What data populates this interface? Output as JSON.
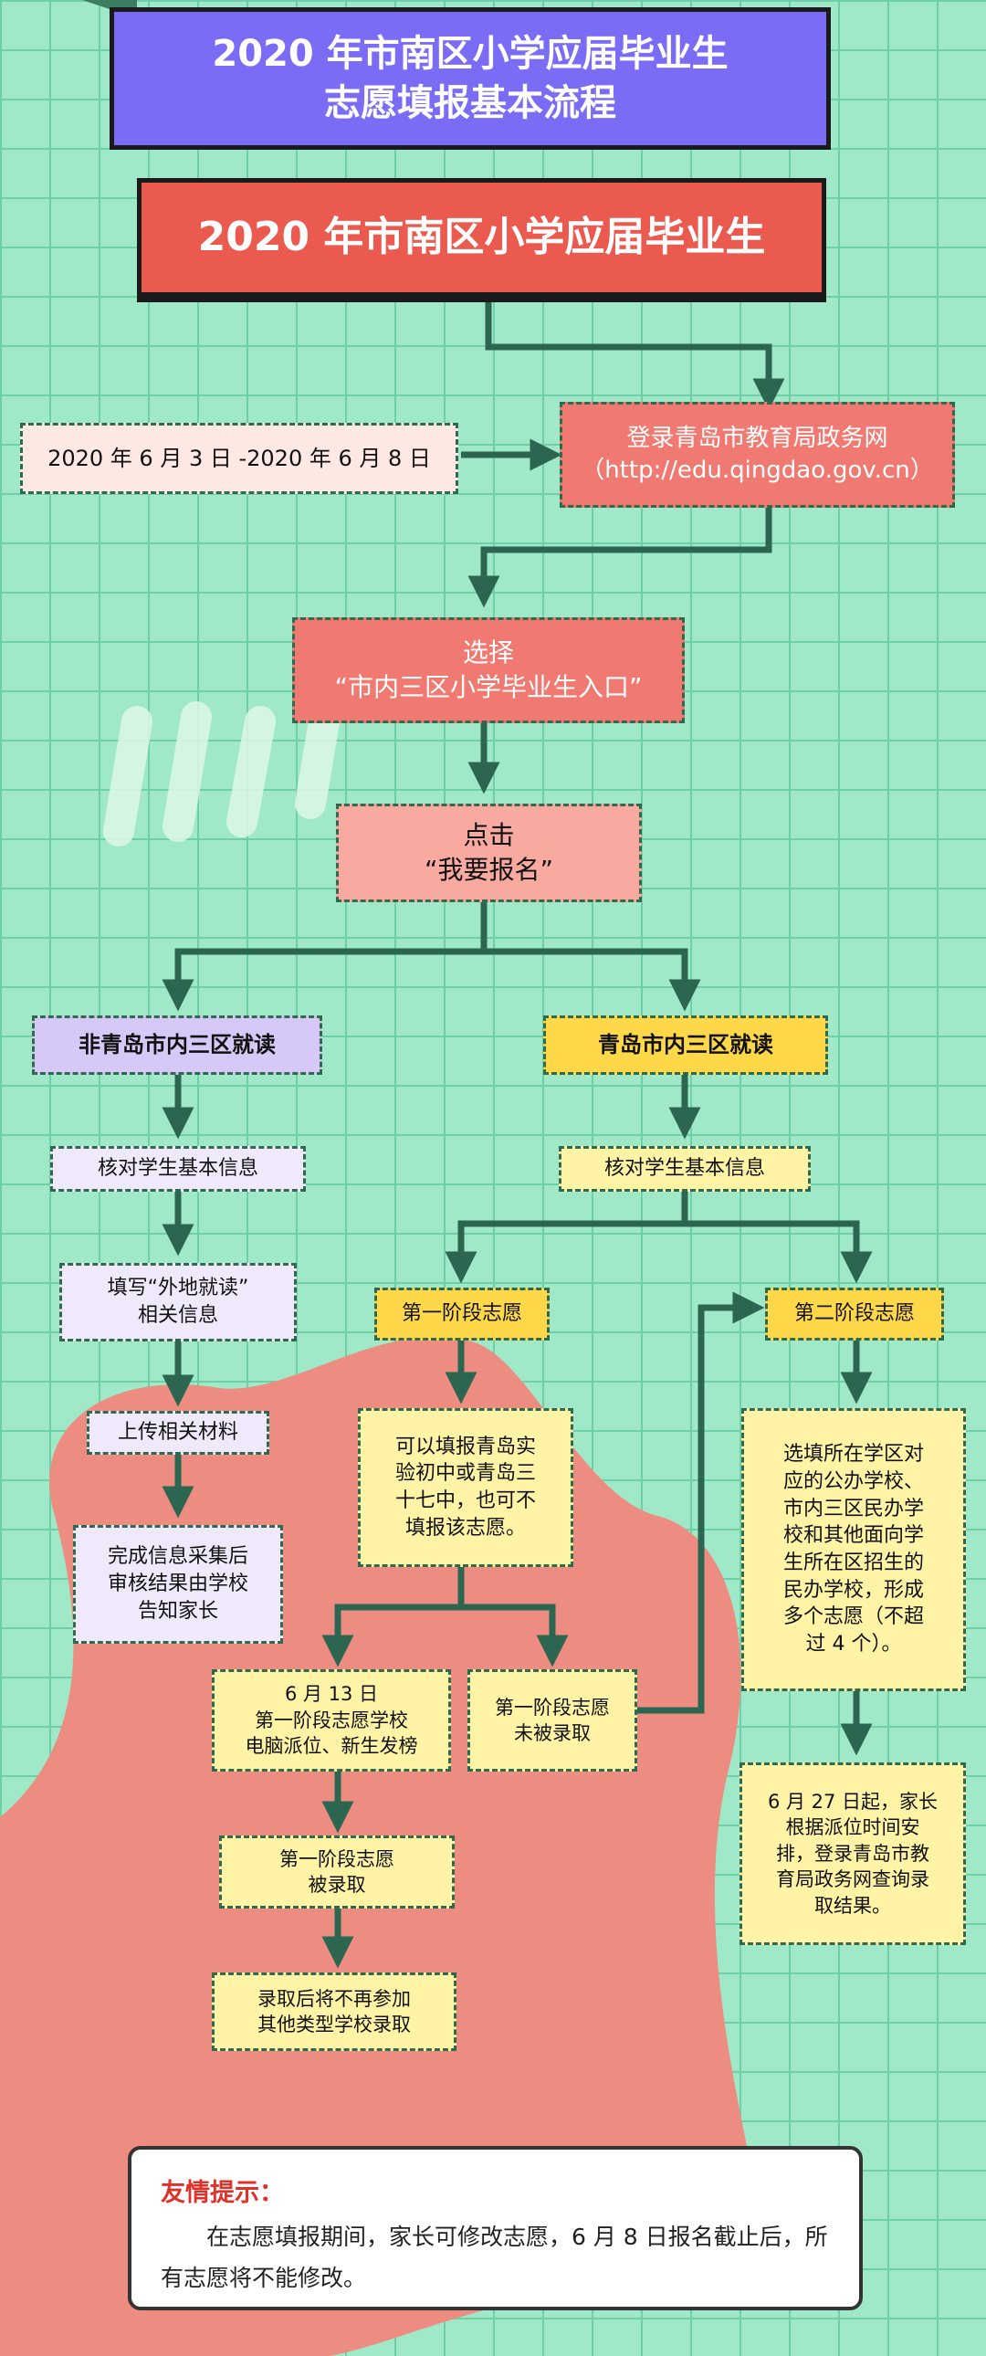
{
  "header": {
    "title_line1": "2020 年市南区小学应届毕业生",
    "title_line2": "志愿填报基本流程"
  },
  "top_box": {
    "label": "2020 年市南区小学应届毕业生"
  },
  "date_box": {
    "label": "2020 年 6 月 3 日 -2020 年 6 月 8 日"
  },
  "login_box": {
    "line1": "登录青岛市教育局政务网",
    "line2": "（http://edu.qingdao.gov.cn）"
  },
  "select_box": {
    "line1": "选择",
    "line2": "“市内三区小学毕业生入口”"
  },
  "click_box": {
    "line1": "点击",
    "line2": "“我要报名”"
  },
  "left_branch": {
    "header": "非青岛市内三区就读",
    "verify": "核对学生基本信息",
    "fill": "填写“外地就读”\n相关信息",
    "upload": "上传相关材料",
    "complete": "完成信息采集后\n审核结果由学校\n告知家长"
  },
  "right_branch": {
    "header": "青岛市内三区就读",
    "verify": "核对学生基本信息",
    "stage1": "第一阶段志愿",
    "stage1_desc": "可以填报青岛实\n验初中或青岛三\n十七中，也可不\n填报该志愿。",
    "stage1_dispatch": "6 月 13 日\n第一阶段志愿学校\n电脑派位、新生发榜",
    "stage1_not_admitted": "第一阶段志愿\n未被录取",
    "stage1_admitted": "第一阶段志愿\n被录取",
    "after_admitted": "录取后将不再参加\n其他类型学校录取",
    "stage2": "第二阶段志愿",
    "stage2_desc": "选填所在学区对\n应的公办学校、\n市内三区民办学\n校和其他面向学\n生所在区招生的\n民办学校，形成\n多个志愿（不超\n过 4 个）。",
    "stage2_result": "6 月 27 日起，家长\n根据派位时间安\n排，登录青岛市教\n育局政务网查询录\n取结果。"
  },
  "tip": {
    "title": "友情提示：",
    "body": "在志愿填报期间，家长可修改志愿，6 月 8 日报名截止后，所有志愿将不能修改。"
  },
  "colors": {
    "background": "#9fe8c8",
    "grid": "#6fcfa6",
    "header_purple": "#7b6cf6",
    "top_red": "#ea5a4f",
    "salmon": "#f07a72",
    "pale_salmon": "#f8aaa0",
    "pale_pink": "#fde8e4",
    "lavender": "#d6c8f7",
    "pale_lavender": "#efe9fb",
    "yellow": "#ffd84a",
    "pale_yellow": "#fff3a6",
    "blob": "#ed8c80",
    "arrow": "#2c6650",
    "tip_title": "#e0302a"
  }
}
